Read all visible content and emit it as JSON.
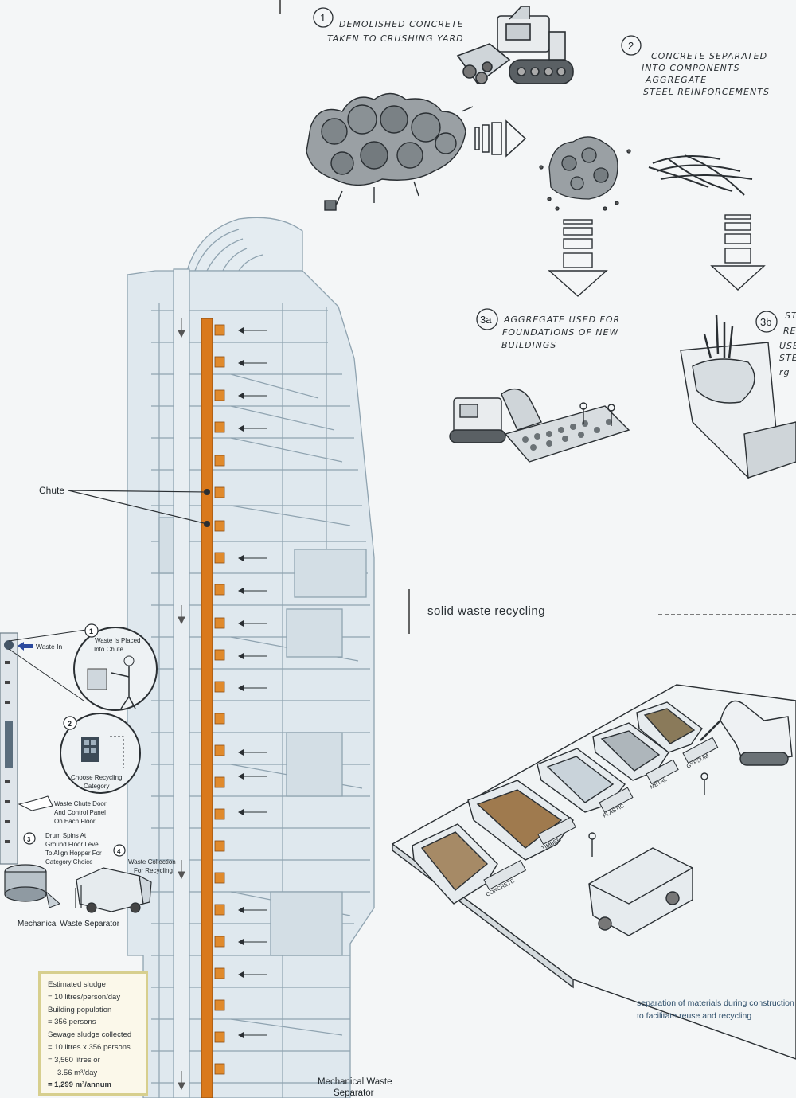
{
  "steps": {
    "s1": {
      "number": "1",
      "text_line1": "DEMOLISHED CONCRETE",
      "text_line2": "TAKEN TO CRUSHING YARD"
    },
    "s2": {
      "number": "2",
      "text_line1": "CONCRETE SEPARATED",
      "text_line2": "INTO COMPONENTS",
      "text_line3": "AGGREGATE",
      "text_line4": "STEEL REINFORCEMENTS"
    },
    "s3a": {
      "number": "3a",
      "text_line1": "AGGREGATE USED FOR",
      "text_line2": "FOUNDATIONS OF NEW",
      "text_line3": "BUILDINGS"
    },
    "s3b": {
      "number": "3b",
      "text_line1": "STE",
      "text_line2": "RE",
      "text_line3": "USE",
      "text_line4": "STE",
      "text_line5": "rg"
    }
  },
  "section_title": "solid waste recycling",
  "separation_caption": "separation of materials during construction to facilitate reuse and recycling",
  "bin_labels": [
    "CONCRETE",
    "TIMBER",
    "PLASTIC",
    "METAL",
    "GYPSUM"
  ],
  "tower": {
    "chute_label": "Chute",
    "separator_label_line1": "Mechanical Waste",
    "separator_label_line2": "Separator"
  },
  "waste_inset": {
    "waste_in": "Waste In",
    "step1_number": "1",
    "step1_line1": "Waste Is Placed",
    "step1_line2": "Into Chute",
    "step2_number": "2",
    "step2_line1": "Choose Recycling",
    "step2_line2": "Category",
    "door_line1": "Waste Chute Door",
    "door_line2": "And Control Panel",
    "door_line3": "On Each Floor",
    "step3_number": "3",
    "step3_line1": "Drum Spins At",
    "step3_line2": "Ground Floor Level",
    "step3_line3": "To Align Hopper For",
    "step3_line4": "Category Choice",
    "step4_number": "4",
    "step4_line1": "Waste Collection",
    "step4_line2": "For Recycling",
    "caption": "Mechanical Waste Separator"
  },
  "sludge": {
    "l1": "Estimated sludge",
    "l2": "= 10 litres/person/day",
    "l3": "Building population",
    "l4": "= 356 persons",
    "l5": "Sewage sludge collected",
    "l6": "= 10 litres x 356 persons",
    "l7": "= 3,560 litres or",
    "l8": "3.56 m³/day",
    "l9": "= 1,299 m³/annum"
  },
  "colors": {
    "chute_orange": "#d9791c",
    "tower_fill": "#dfe8ee",
    "tower_line": "#8fa3b0",
    "sketch_line": "#2a2f33"
  }
}
